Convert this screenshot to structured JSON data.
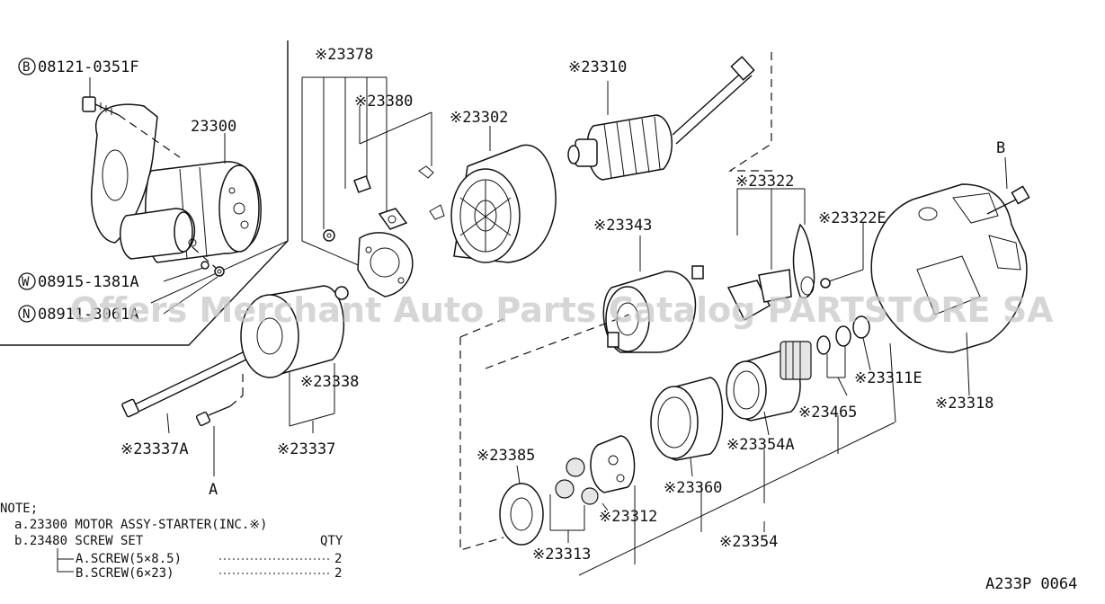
{
  "diagram": {
    "parts": {
      "bolt_b": "08121-0351F",
      "washer_w": "08915-1381A",
      "nut_n": "08911-3061A",
      "motor_assy": "23300",
      "p23378": "※23378",
      "p23380": "※23380",
      "p23302": "※23302",
      "p23310": "※23310",
      "p23322": "※23322",
      "p23322e": "※23322E",
      "p23343": "※23343",
      "p23338": "※23338",
      "p23337a": "※23337A",
      "p23337": "※23337",
      "p23311e": "※23311E",
      "p23318": "※23318",
      "p23465": "※23465",
      "p23354a": "※23354A",
      "p23360": "※23360",
      "p23385": "※23385",
      "p23312": "※23312",
      "p23313": "※23313",
      "p23354": "※23354"
    },
    "circle_letters": {
      "b": "B",
      "w": "W",
      "n": "N"
    },
    "marker_a": "A",
    "marker_b": "B",
    "figure_code": "A233P 0064",
    "watermark": "Offers Merchant Auto Parts Catalog PARTSTORE SA",
    "notes": {
      "heading": "NOTE;",
      "a": "a.23300 MOTOR ASSY-STARTER(INC.※)",
      "b": "b.23480 SCREW SET",
      "qty": "QTY",
      "screw_a": "A.SCREW(5×8.5)",
      "screw_a_qty": "2",
      "screw_b": "B.SCREW(6×23)",
      "screw_b_qty": "2"
    }
  }
}
